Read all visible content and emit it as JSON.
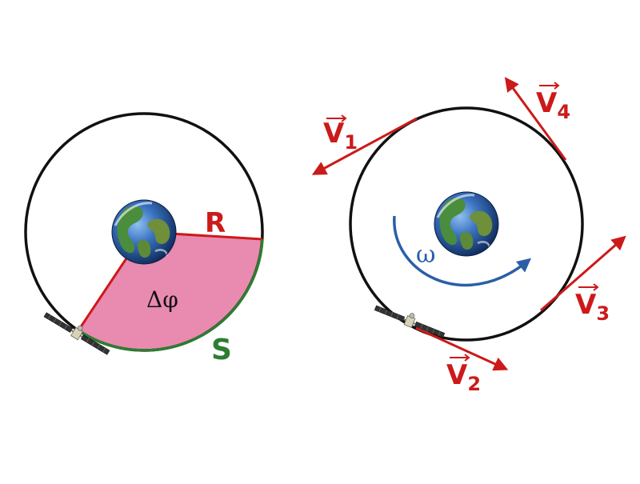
{
  "left_diagram": {
    "radius_label": "R",
    "angle_label": "Δφ",
    "arc_label": "S"
  },
  "right_diagram": {
    "angular_velocity_label": "ω",
    "vectors": [
      {
        "letter": "V",
        "subscript": "1"
      },
      {
        "letter": "V",
        "subscript": "2"
      },
      {
        "letter": "V",
        "subscript": "3"
      },
      {
        "letter": "V",
        "subscript": "4"
      }
    ]
  },
  "colors": {
    "orbit": "#111111",
    "radius": "#cc1a1a",
    "sector_fill": "#e98ab0",
    "arc": "#2e7d32",
    "vector": "#cc1a1a",
    "omega": "#2a5fa8",
    "ocean": "#2b5fb0",
    "land": "#3f8a3a"
  },
  "icons": [
    "earth-icon",
    "satellite-icon"
  ]
}
